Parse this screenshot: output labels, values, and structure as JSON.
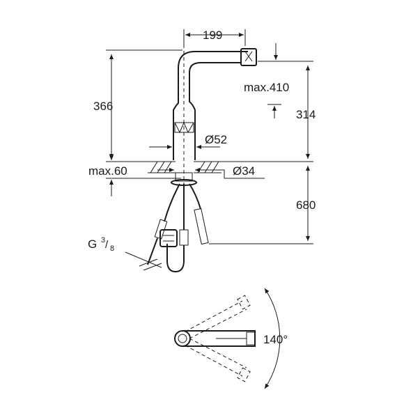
{
  "dimensions": {
    "spout_reach": "199",
    "total_height": "366",
    "max_spout_height": "max.410",
    "spout_height": "314",
    "body_diameter": "Ø52",
    "max_deck_thickness": "max.60",
    "hole_diameter": "Ø34",
    "hose_length": "680",
    "connection_letter": "G",
    "connection_num": "3",
    "connection_den": "8",
    "swivel_angle": "140°"
  },
  "colors": {
    "line": "#1a1a1a",
    "background": "#ffffff"
  }
}
